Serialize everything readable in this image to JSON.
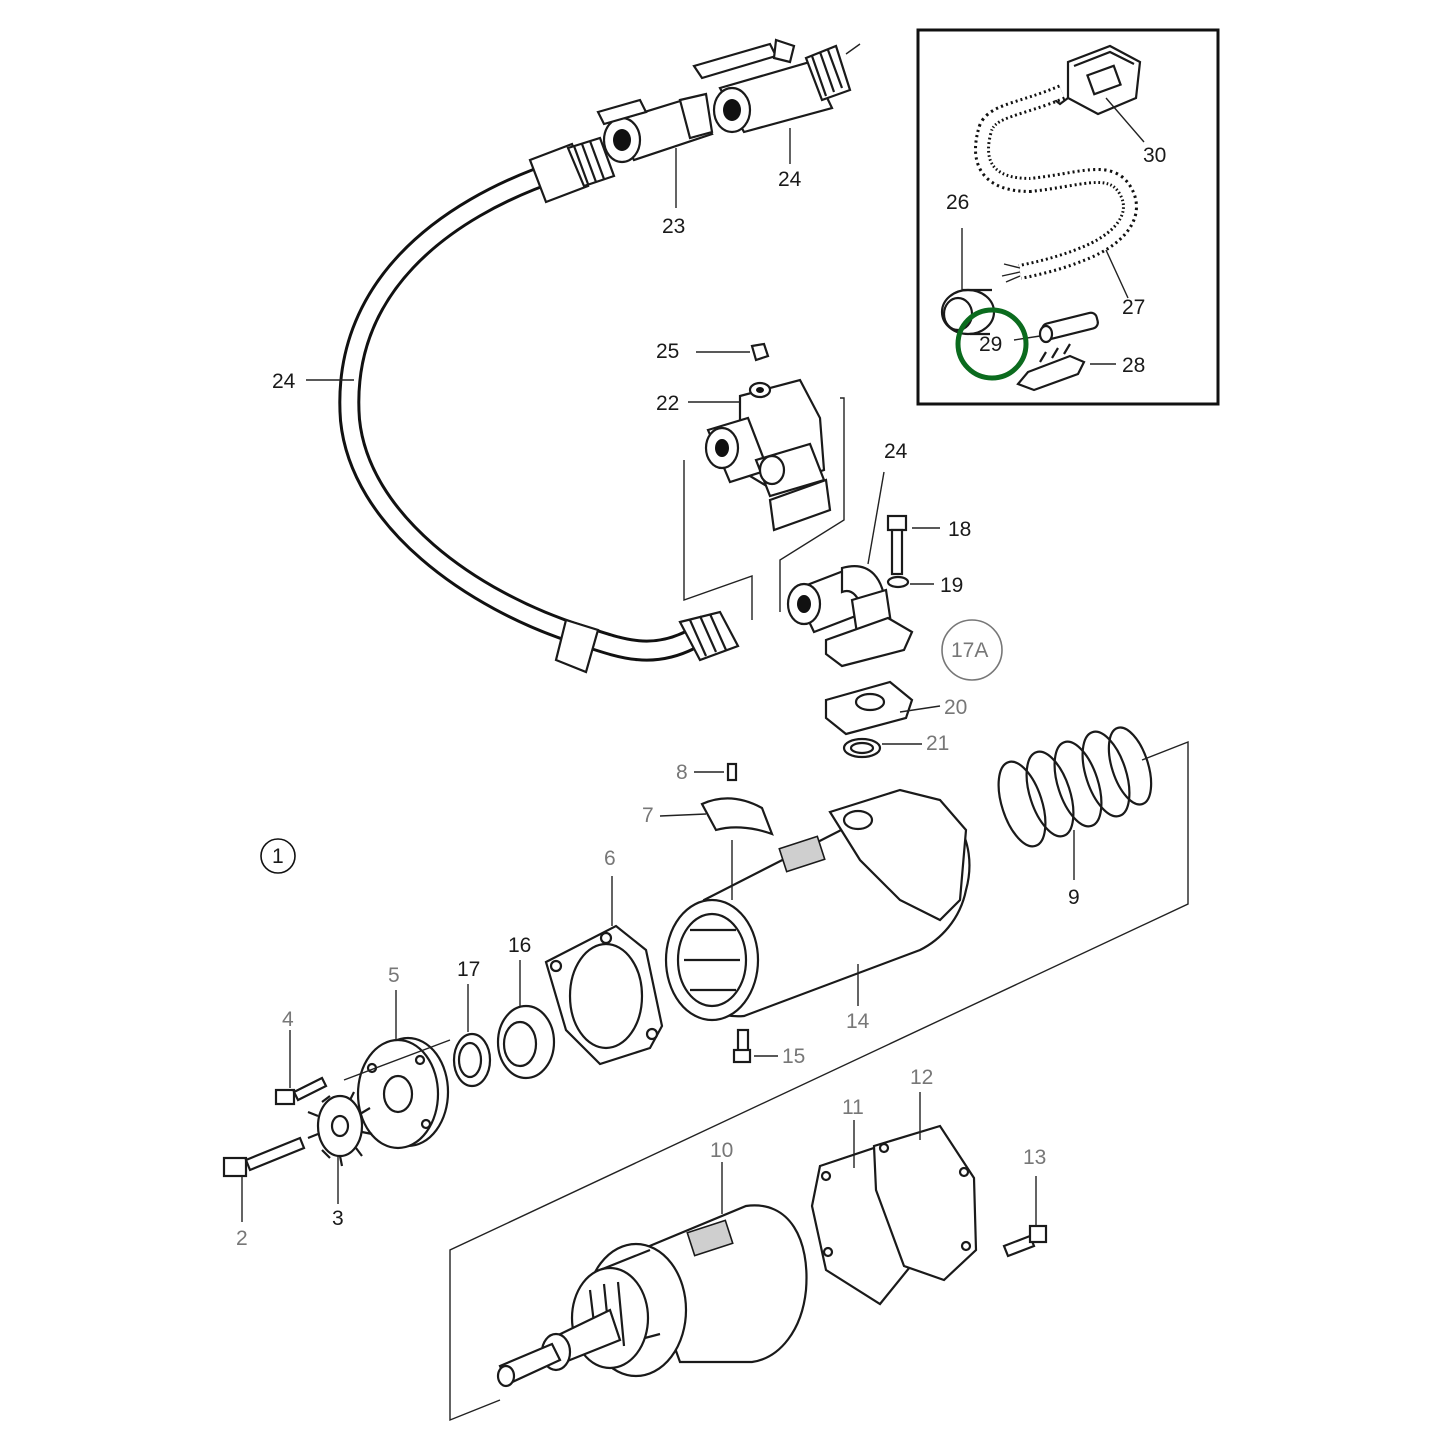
{
  "diagram": {
    "callouts": {
      "c1": "1",
      "c2": "2",
      "c3": "3",
      "c4": "4",
      "c5": "5",
      "c6": "6",
      "c7": "7",
      "c8": "8",
      "c9": "9",
      "c10": "10",
      "c11": "11",
      "c12": "12",
      "c13": "13",
      "c14": "14",
      "c15": "15",
      "c16": "16",
      "c17": "17",
      "c17a": "17A",
      "c18": "18",
      "c19": "19",
      "c20": "20",
      "c21": "21",
      "c22": "22",
      "c23": "23",
      "c24_hose": "24",
      "c24_top": "24",
      "c24_elbow": "24",
      "c25": "25",
      "c26": "26",
      "c27": "27",
      "c28": "28",
      "c29": "29",
      "c30": "30"
    },
    "highlight": {
      "part": "29",
      "color": "#0b6b1e"
    },
    "colors": {
      "line": "#1a1a1a",
      "muted_label": "#777777"
    }
  }
}
